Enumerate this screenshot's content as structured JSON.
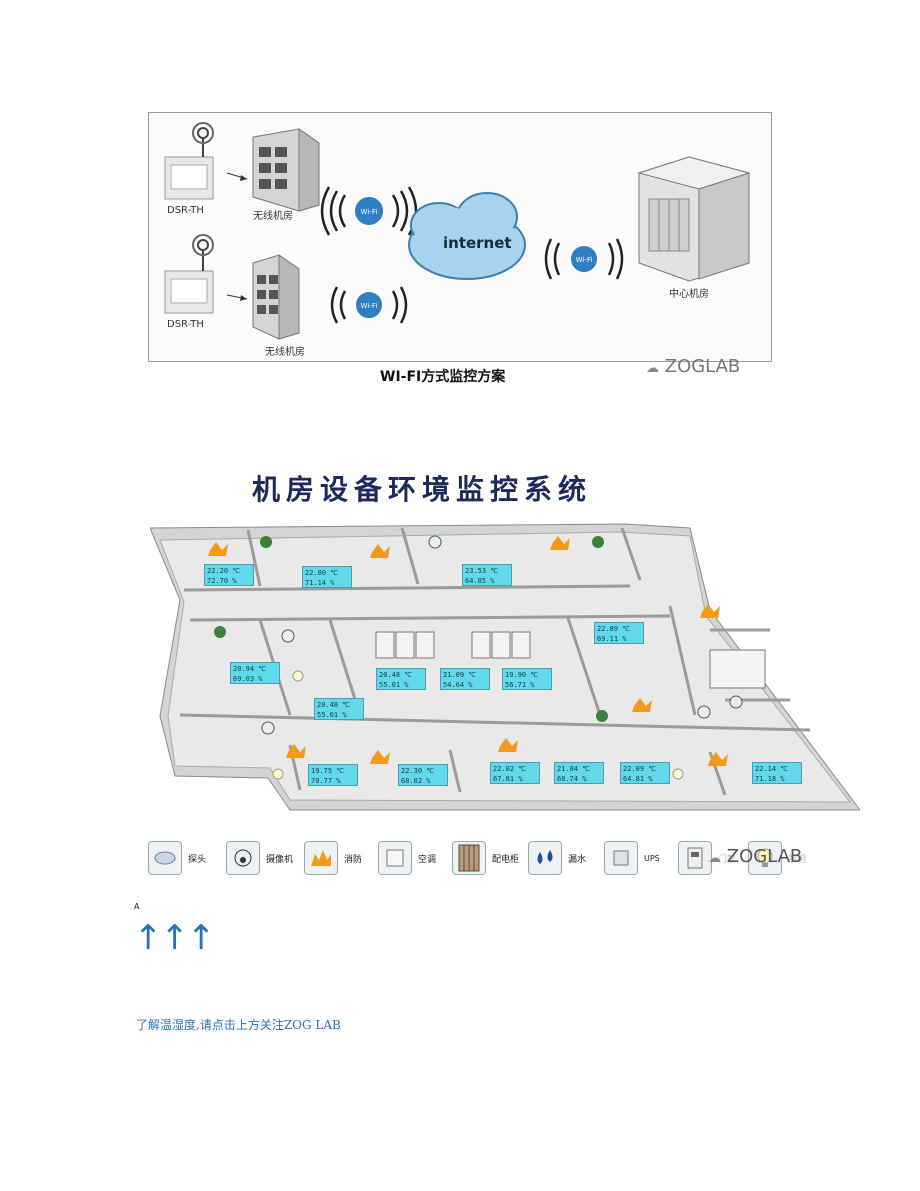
{
  "wifi_diagram": {
    "labels": {
      "device_top": "DSR-TH",
      "device_bottom": "DSR-TH",
      "room_top": "无线机房",
      "room_bottom": "无线机房",
      "cloud": "internet",
      "center": "中心机房",
      "wifi_badge": "Wi-Fi"
    },
    "caption": "WI-FI方式监控方案",
    "watermark": "ZOGLAB"
  },
  "system": {
    "title": "机房设备环境监控系统",
    "sensors": [
      {
        "t": "22.20 ℃",
        "h": "72.70 %"
      },
      {
        "t": "22.80 ℃",
        "h": "71.14 %"
      },
      {
        "t": "23.53 ℃",
        "h": "64.85 %"
      },
      {
        "t": "22.89 ℃",
        "h": "69.11 %"
      },
      {
        "t": "20.94 ℃",
        "h": "69.03 %"
      },
      {
        "t": "20.48 ℃",
        "h": "55.01 %"
      },
      {
        "t": "21.09 ℃",
        "h": "54.64 %"
      },
      {
        "t": "19.90 ℃",
        "h": "56.71 %"
      },
      {
        "t": "20.48 ℃",
        "h": "55.01 %"
      },
      {
        "t": "19.75 ℃",
        "h": "70.77 %"
      },
      {
        "t": "22.30 ℃",
        "h": "68.02 %"
      },
      {
        "t": "22.02 ℃",
        "h": "67.81 %"
      },
      {
        "t": "21.84 ℃",
        "h": "68.74 %"
      },
      {
        "t": "22.09 ℃",
        "h": "64.81 %"
      },
      {
        "t": "22.14 ℃",
        "h": "71.18 %"
      }
    ],
    "legend": [
      "探头",
      "摄像机",
      "消防",
      "空调",
      "配电柜",
      "漏水",
      "UPS",
      "门禁",
      "照明"
    ],
    "watermark": "ZOGLAB"
  },
  "footer": {
    "small_mark": "A",
    "arrows": "↑↑↑",
    "follow_text": "了解温湿度,请点击上方关注ZOG LAB"
  },
  "colors": {
    "sensor_bg": "#61d8ec",
    "title": "#1d2a5c",
    "link": "#2b71b8"
  }
}
